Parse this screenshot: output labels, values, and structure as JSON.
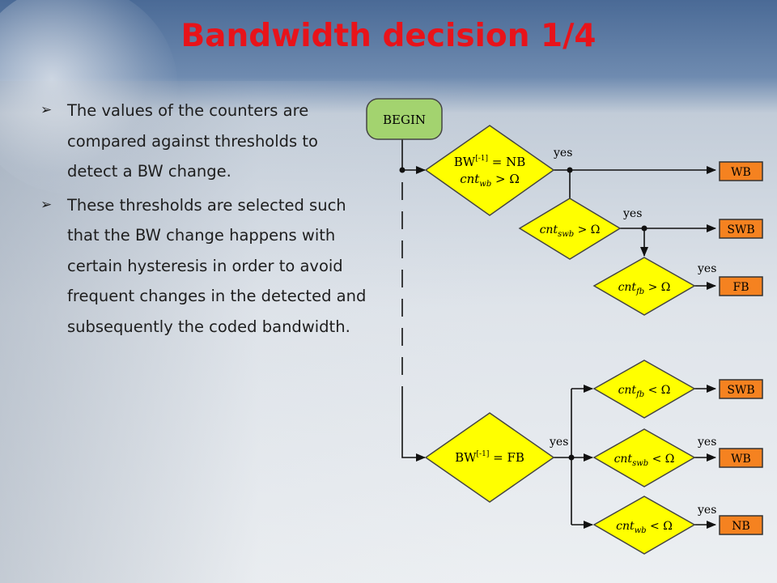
{
  "slide": {
    "title": "Bandwidth decision 1/4",
    "bullets": [
      {
        "marker_icon": "arrowhead-bullet-icon",
        "text": "The values of the counters are compared against thresholds to detect a BW change."
      },
      {
        "marker_icon": "arrowhead-bullet-icon",
        "text": "These thresholds are selected such that the BW change happens with certain hysteresis in order to avoid frequent changes in the detected and subsequently the coded bandwidth."
      }
    ]
  },
  "flowchart": {
    "colors": {
      "start": "#a3d36f",
      "decision": "#ffff00",
      "output": "#f58220",
      "title": "#e8131a"
    },
    "start_label": "BEGIN",
    "branch_label": "yes",
    "d1": {
      "line1": "BW",
      "sup1": "[-1]",
      "eq1": " = NB",
      "var": "cnt",
      "sub": "wb",
      "op": " > Ω"
    },
    "d2": {
      "var": "cnt",
      "sub": "swb",
      "op": " > Ω"
    },
    "d3": {
      "var": "cnt",
      "sub": "fb",
      "op": " > Ω"
    },
    "d4": {
      "line1": "BW",
      "sup1": "[-1]",
      "eq1": " = FB"
    },
    "d5": {
      "var": "cnt",
      "sub": "fb",
      "op": " < Ω"
    },
    "d6": {
      "var": "cnt",
      "sub": "swb",
      "op": " < Ω"
    },
    "d7": {
      "var": "cnt",
      "sub": "wb",
      "op": " < Ω"
    },
    "outputs": {
      "o1": "WB",
      "o2": "SWB",
      "o3": "FB",
      "o4": "SWB",
      "o5": "WB",
      "o6": "NB"
    }
  }
}
